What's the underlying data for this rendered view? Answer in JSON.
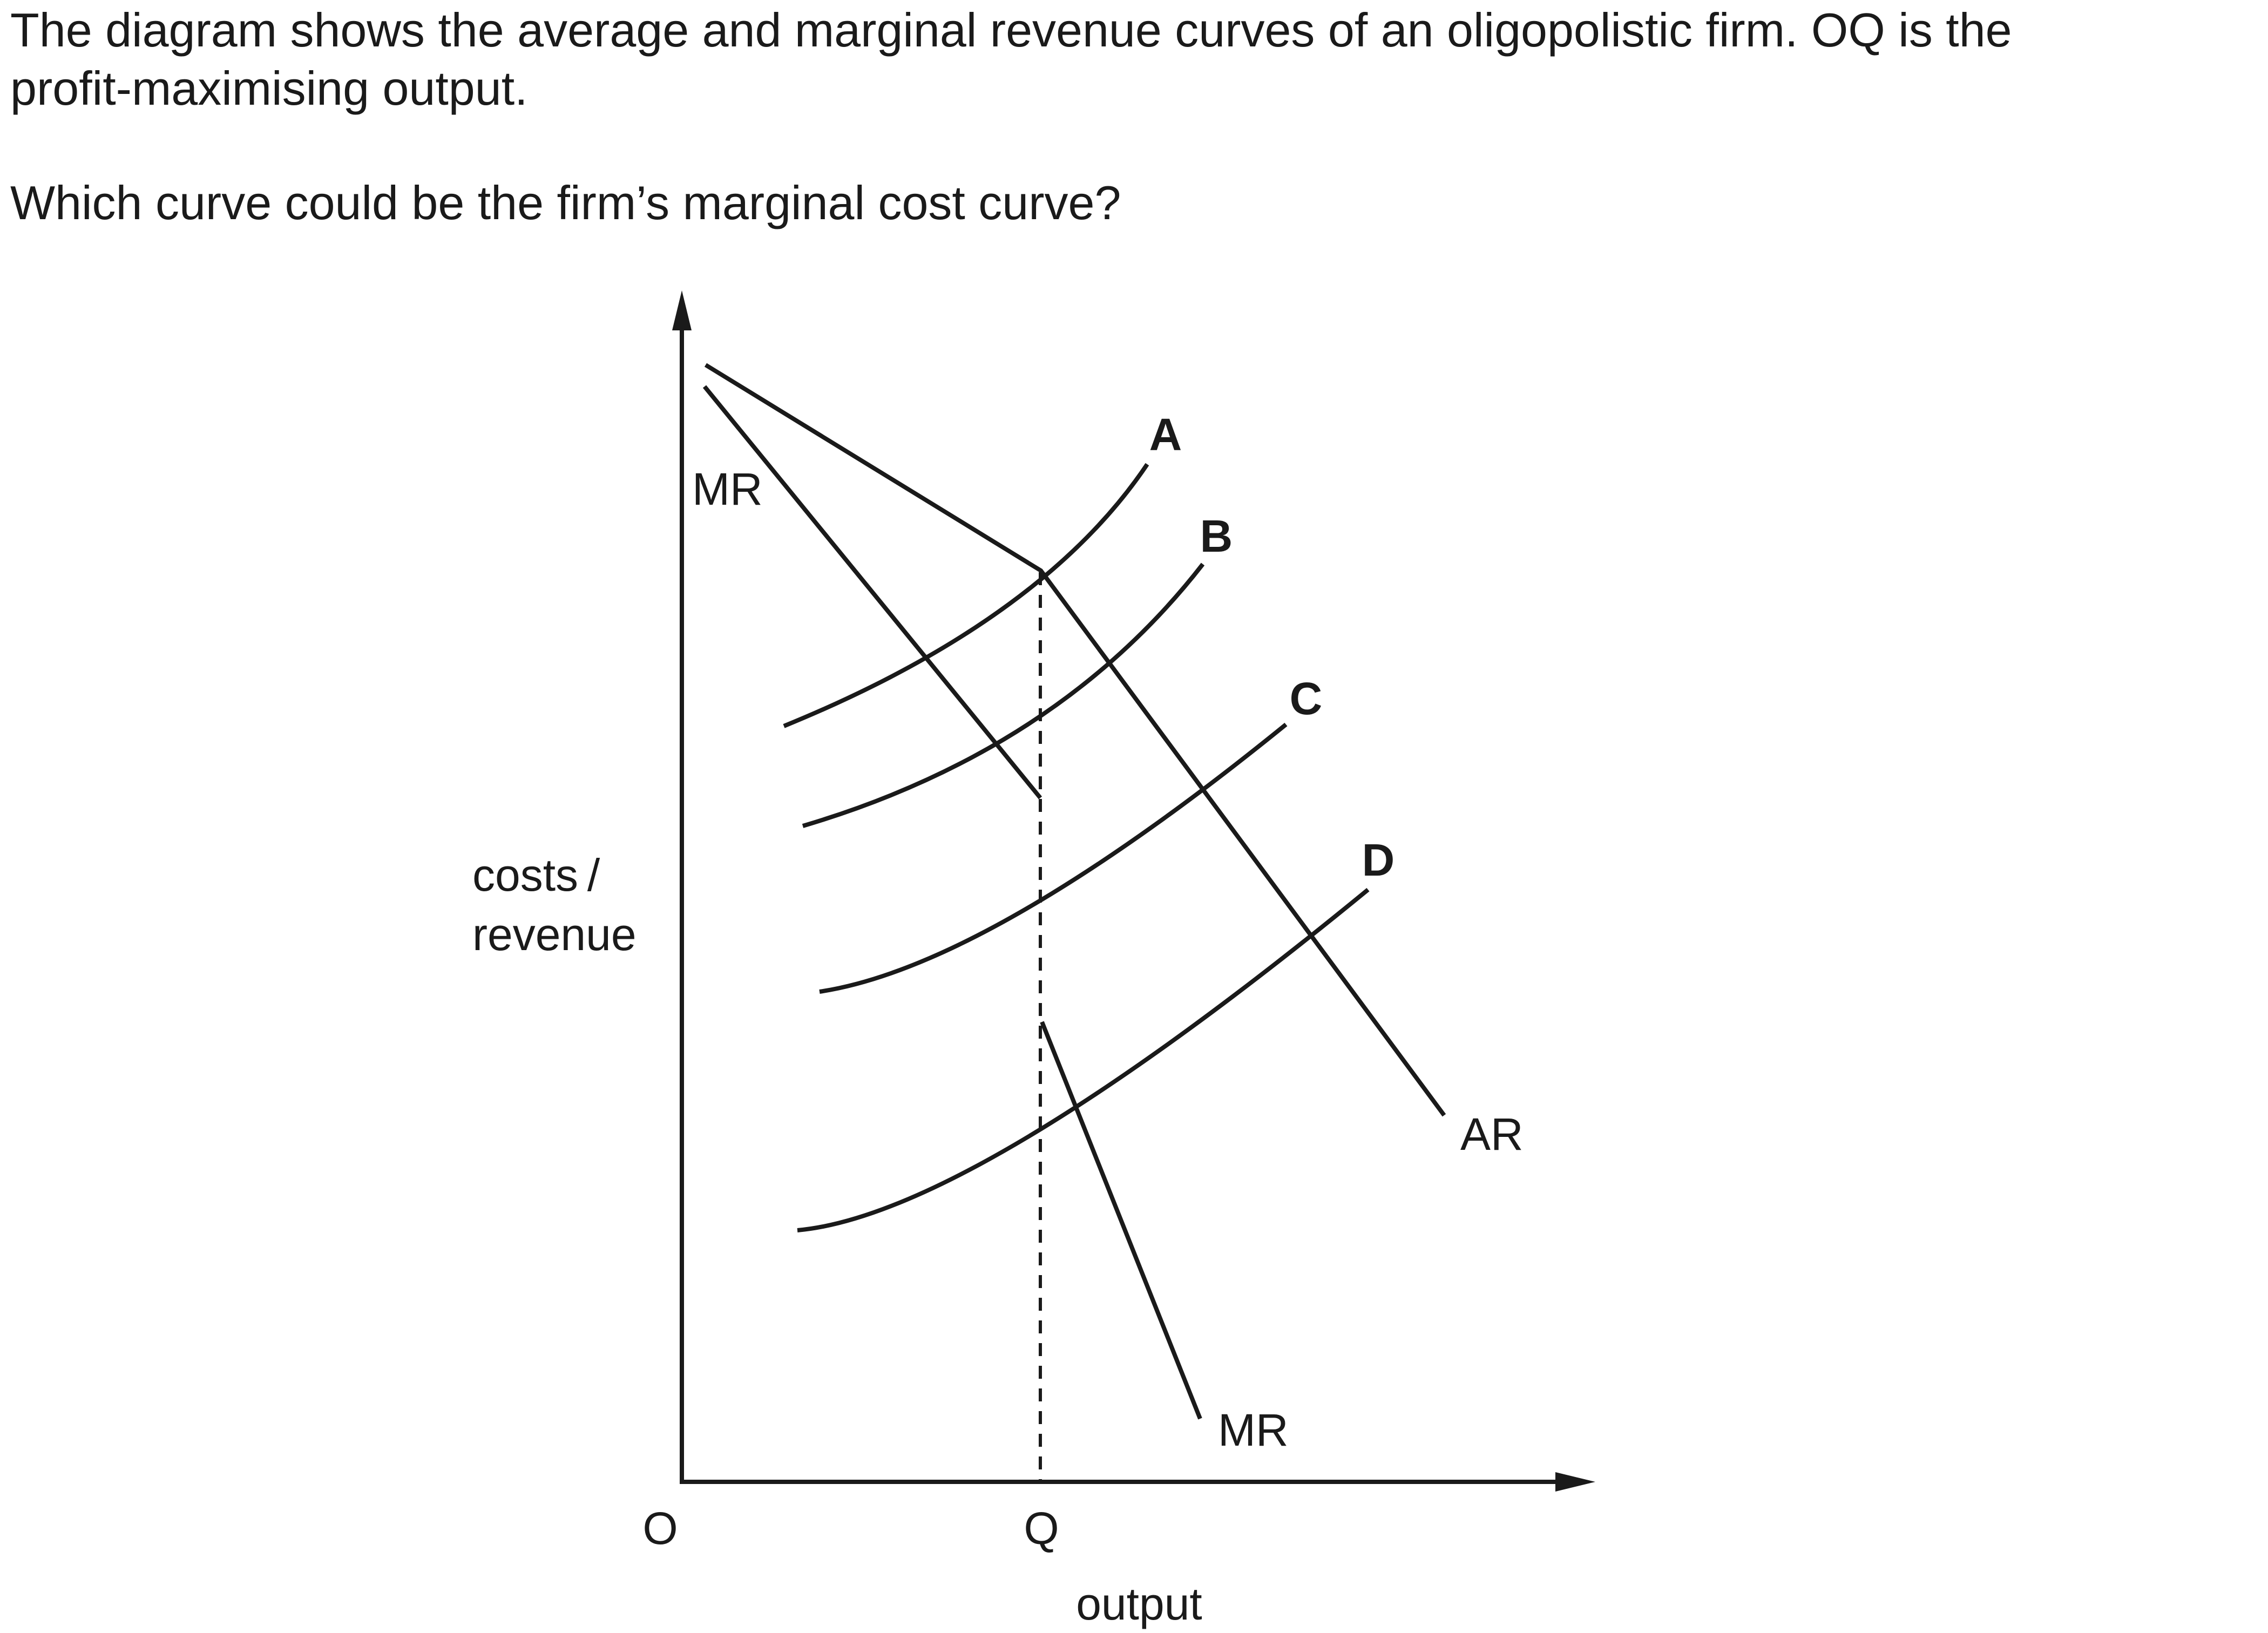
{
  "question": {
    "line1": "The diagram shows the average and marginal revenue curves of an oligopolistic firm. OQ is the",
    "line2": "profit-maximising output.",
    "line3": "Which curve could be the firm’s marginal cost curve?"
  },
  "diagram": {
    "y_axis_label_line1": "costs /",
    "y_axis_label_line2": "revenue",
    "x_axis_label": "output",
    "origin_label": "O",
    "q_label": "Q",
    "mr_upper_label": "MR",
    "mr_lower_label": "MR",
    "ar_label": "AR",
    "curve_labels": [
      "A",
      "B",
      "C",
      "D"
    ]
  }
}
